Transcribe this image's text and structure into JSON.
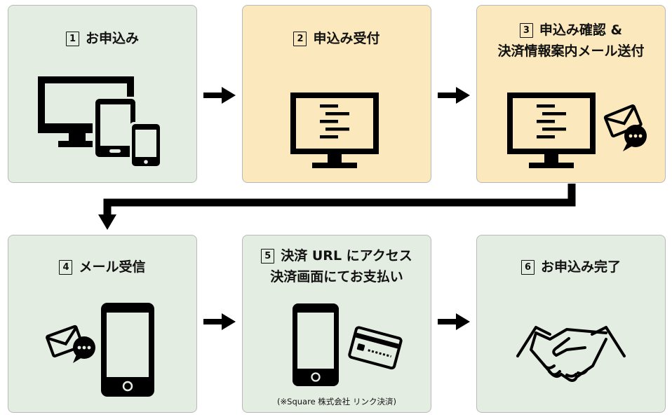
{
  "steps": [
    {
      "num": "1",
      "line1": "お申込み",
      "line2": ""
    },
    {
      "num": "2",
      "line1": "申込み受付",
      "line2": ""
    },
    {
      "num": "3",
      "line1": "申込み確認 &",
      "line2": "決済情報案内メール送付"
    },
    {
      "num": "4",
      "line1": "メール受信",
      "line2": ""
    },
    {
      "num": "5",
      "line1": "決済 URL にアクセス",
      "line2": "決済画面にてお支払い"
    },
    {
      "num": "6",
      "line1": "お申込み完了",
      "line2": ""
    }
  ],
  "notes": {
    "step5": "(※Square 株式会社 リンク決済)"
  },
  "colors": {
    "green_card": "#e4ede1",
    "yellow_card": "#fbe8bd",
    "ink": "#000000"
  },
  "icons": {
    "step1": [
      "desktop-monitor-icon",
      "tablet-icon",
      "smartphone-icon"
    ],
    "step2": [
      "monitor-icon"
    ],
    "step3": [
      "monitor-icon",
      "mail-chat-icon"
    ],
    "step4": [
      "mail-chat-icon",
      "smartphone-icon"
    ],
    "step5": [
      "smartphone-icon",
      "credit-card-icon"
    ],
    "step6": [
      "handshake-icon"
    ]
  }
}
